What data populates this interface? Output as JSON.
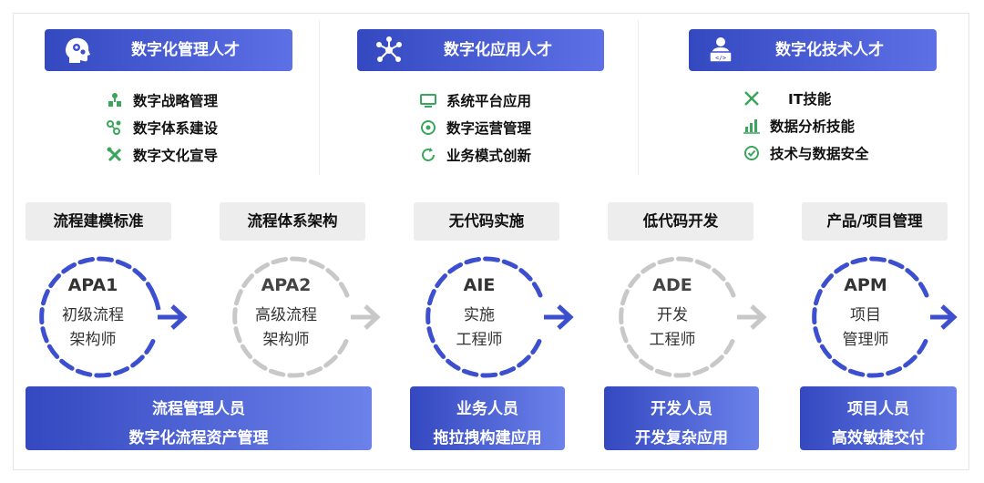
{
  "categories": [
    {
      "title": "数字化管理人才",
      "icon": "head-gears-icon",
      "skills": [
        {
          "label": "数字战略管理",
          "icon": "org-chart-icon"
        },
        {
          "label": "数字体系建设",
          "icon": "network-nodes-icon"
        },
        {
          "label": "数字文化宣导",
          "icon": "tools-cross-icon"
        }
      ]
    },
    {
      "title": "数字化应用人才",
      "icon": "molecule-network-icon",
      "skills": [
        {
          "label": "系统平台应用",
          "icon": "monitor-icon"
        },
        {
          "label": "数字运营管理",
          "icon": "settings-cycle-icon"
        },
        {
          "label": "业务模式创新",
          "icon": "refresh-cycle-icon"
        }
      ]
    },
    {
      "title": "数字化技术人才",
      "icon": "developer-laptop-icon",
      "skills": [
        {
          "label": "IT技能",
          "icon": "wrench-screwdriver-icon"
        },
        {
          "label": "数据分析技能",
          "icon": "bar-chart-icon"
        },
        {
          "label": "技术与数据安全",
          "icon": "shield-check-icon"
        }
      ]
    }
  ],
  "stages": [
    {
      "label": "流程建模标准",
      "code": "APA1",
      "l1": "初级流程",
      "l2": "架构师",
      "style": "blue"
    },
    {
      "label": "流程体系架构",
      "code": "APA2",
      "l1": "高级流程",
      "l2": "架构师",
      "style": "grey"
    },
    {
      "label": "无代码实施",
      "code": "AIE",
      "l1": "实施",
      "l2": "工程师",
      "style": "blue"
    },
    {
      "label": "低代码开发",
      "code": "ADE",
      "l1": "开发",
      "l2": "工程师",
      "style": "grey"
    },
    {
      "label": "产品/项目管理",
      "code": "APM",
      "l1": "项目",
      "l2": "管理师",
      "style": "blue"
    }
  ],
  "audiences": [
    {
      "line1": "流程管理人员",
      "line2": "数字化流程资产管理"
    },
    {
      "line1": "业务人员",
      "line2": "拖拉拽构建应用"
    },
    {
      "line1": "开发人员",
      "line2": "开发复杂应用"
    },
    {
      "line1": "项目人员",
      "line2": "高效敏捷交付"
    }
  ],
  "colors": {
    "accent_blue": "#3c4fcf",
    "accent_blue_light": "#5d70e6",
    "ring_grey": "#c8c8c8",
    "skill_icon_green": "#3aa55c",
    "stage_bg": "#ededed"
  }
}
